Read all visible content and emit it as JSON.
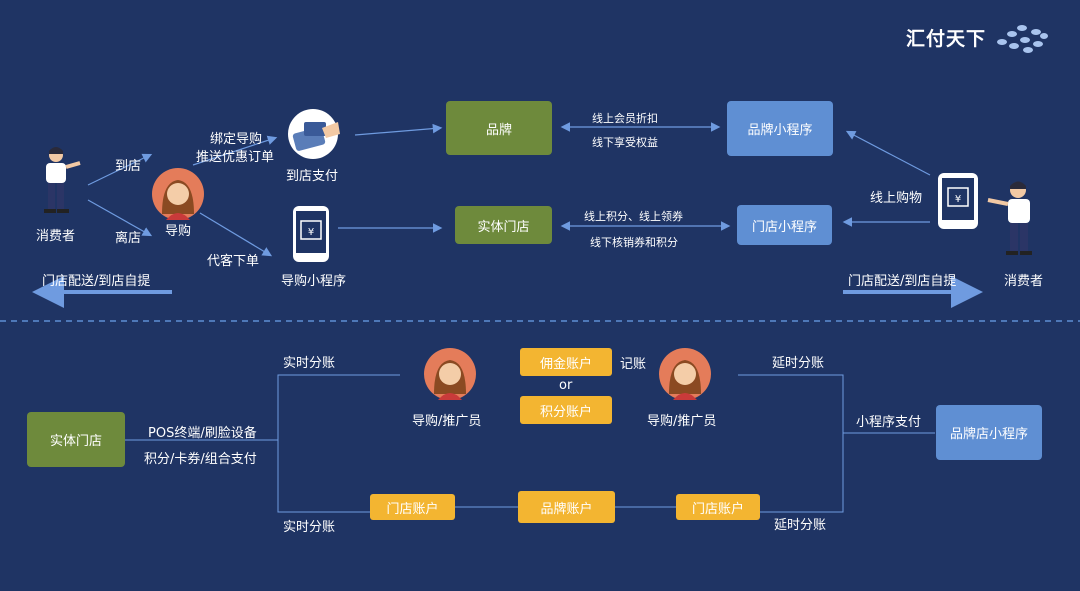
{
  "logo": {
    "text": "汇付天下"
  },
  "top": {
    "consumer_left": "消费者",
    "to_store": "到店",
    "leave_store": "离店",
    "guide": "导购",
    "bind_guide_line1": "绑定导购",
    "bind_guide_line2": "推送优惠订单",
    "in_store_pay": "到店支付",
    "order_on_behalf": "代客下单",
    "guide_mini_program": "导购小程序",
    "delivery_left": "门店配送/到店自提",
    "brand": "品牌",
    "physical_store": "实体门店",
    "brand_link_line1": "线上会员折扣",
    "brand_link_line2": "线下享受权益",
    "store_link_line1": "线上积分、线上领券",
    "store_link_line2": "线下核销券和积分",
    "brand_mini_program": "品牌小程序",
    "store_mini_program": "门店小程序",
    "online_shopping": "线上购物",
    "consumer_right": "消费者",
    "delivery_right": "门店配送/到店自提"
  },
  "bottom": {
    "physical_store": "实体门店",
    "pos_line1": "POS终端/刷脸设备",
    "pos_line2": "积分/卡券/组合支付",
    "realtime_split_top": "实时分账",
    "realtime_split_bottom": "实时分账",
    "promoter_left": "导购/推广员",
    "promoter_right": "导购/推广员",
    "commission_account": "佣金账户",
    "or": "or",
    "points_account": "积分账户",
    "bookkeeping": "记账",
    "delayed_split_top": "延时分账",
    "delayed_split_bottom": "延时分账",
    "mini_program_pay": "小程序支付",
    "brand_store_mini_program": "品牌店小程序",
    "store_account_left": "门店账户",
    "brand_account": "品牌账户",
    "store_account_right": "门店账户"
  },
  "colors": {
    "background": "#1f3464",
    "green": "#6e8a3c",
    "blue": "#5f8fd3",
    "yellow": "#f3b531"
  }
}
